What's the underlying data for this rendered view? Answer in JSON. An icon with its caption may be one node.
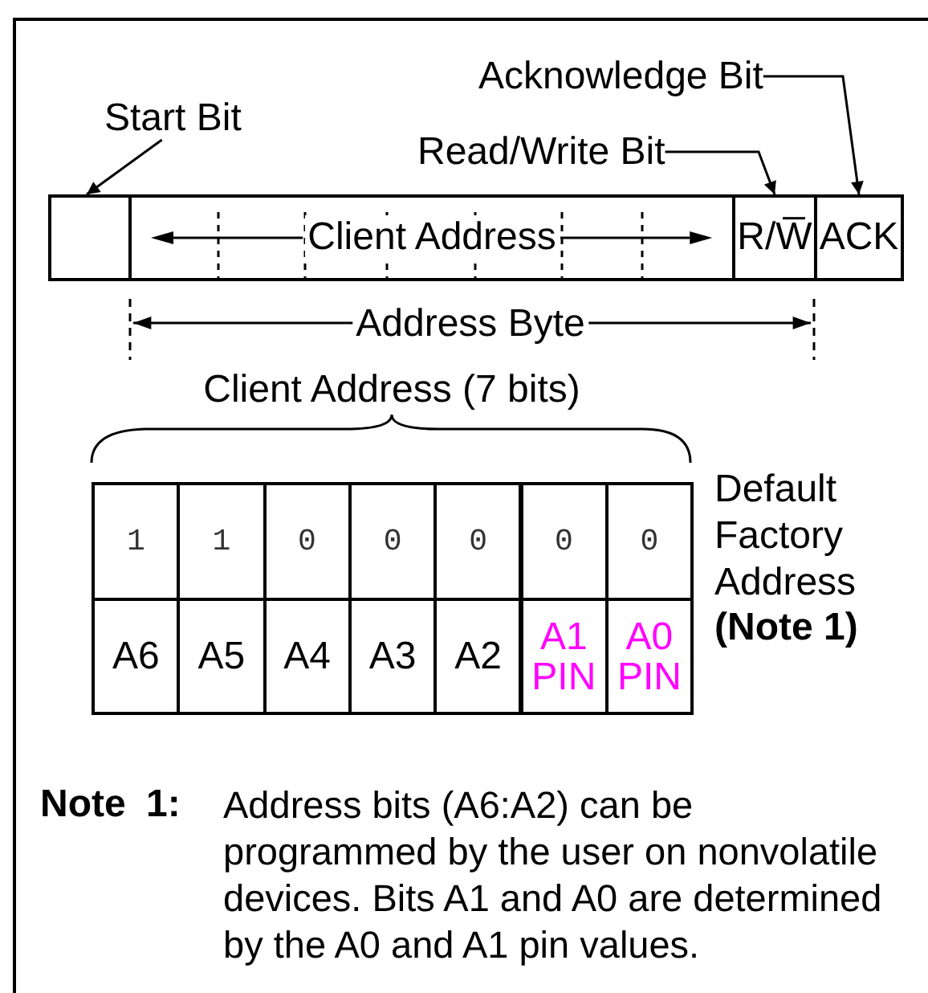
{
  "diagram": {
    "nodes": [
      {
        "text": [
          "Start Bit"
        ]
      },
      {
        "text": [
          "Acknowledge Bit"
        ]
      },
      {
        "text": [
          "Read/Write Bit"
        ]
      },
      {
        "text": [],
        "shape": "box"
      },
      {
        "text": [
          "Client Address"
        ]
      },
      {
        "text": [
          "R/W̅"
        ]
      },
      {
        "text": [
          "ACK"
        ]
      }
    ],
    "edges": [
      {
        "from": 0,
        "to": 3,
        "arrow": "to"
      },
      {
        "from": 2,
        "to": 5,
        "arrow": "to"
      },
      {
        "from": 1,
        "to": 6,
        "arrow": "to"
      }
    ],
    "labels": [
      "Address Byte",
      "Client Address (7 bits)",
      "1",
      "1",
      "0",
      "0",
      "0",
      "0",
      "0",
      "A6",
      "A5",
      "A4",
      "A3",
      "A2",
      "A1 PIN",
      "A0 PIN",
      "Default Factory Address",
      "(Note 1)",
      "Note 1:",
      "Address bits (A6:A2) can be programmed by the user on nonvolatile devices. Bits A1 and A0 are determined by the A0 and A1 pin values."
    ]
  }
}
